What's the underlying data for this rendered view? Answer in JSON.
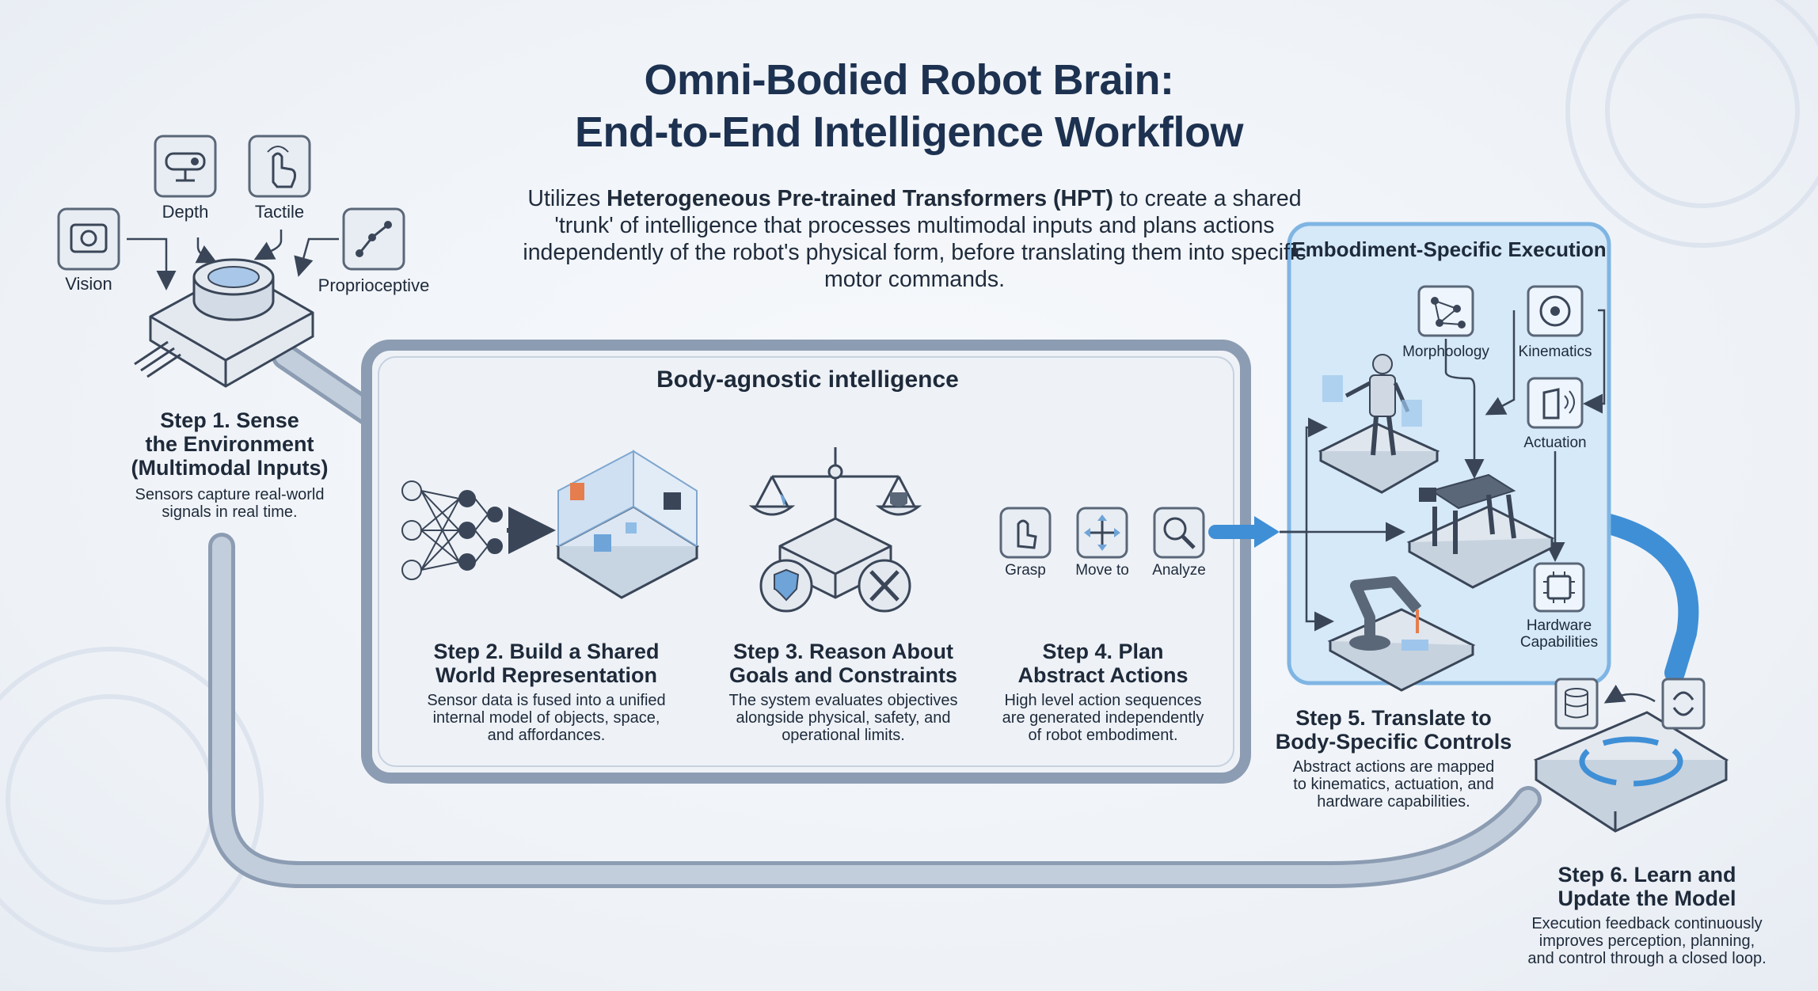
{
  "title": {
    "line1": "Omni-Bodied Robot Brain:",
    "line2": "End-to-End Intelligence Workflow"
  },
  "intro": {
    "prefix": "Utilizes ",
    "highlight": "Heterogeneous Pre-trained Transformers (HPT)",
    "suffix": " to create a shared 'trunk' of intelligence that processes multimodal inputs and plans actions independently of the robot's physical form, before translating them into specific motor commands."
  },
  "inputs": {
    "vision": "Vision",
    "depth": "Depth",
    "tactile": "Tactile",
    "proprioceptive": "Proprioceptive"
  },
  "step1": {
    "title_l1": "Step 1. Sense",
    "title_l2": "the Environment",
    "title_l3": "(Multimodal Inputs)",
    "desc_l1": "Sensors capture real-world",
    "desc_l2": "signals in real time."
  },
  "agnostic_box": {
    "heading": "Body-agnostic intelligence"
  },
  "step2": {
    "title_l1": "Step 2. Build a Shared",
    "title_l2": "World Representation",
    "desc_l1": "Sensor data is fused into a unified",
    "desc_l2": "internal model of objects, space,",
    "desc_l3": "and affordances."
  },
  "step3": {
    "title_l1": "Step 3. Reason About",
    "title_l2": "Goals and Constraints",
    "desc_l1": "The system evaluates objectives",
    "desc_l2": "alongside physical, safety, and",
    "desc_l3": "operational limits."
  },
  "step4": {
    "title_l1": "Step 4. Plan",
    "title_l2": "Abstract Actions",
    "desc_l1": "High level action sequences",
    "desc_l2": "are generated independently",
    "desc_l3": "of robot embodiment.",
    "actions": [
      "Grasp",
      "Move to",
      "Analyze"
    ]
  },
  "embodiment_box": {
    "heading": "Embodiment-Specific Execution",
    "morphology": "Morphoology",
    "kinematics": "Kinematics",
    "actuation": "Actuation",
    "hardware_l1": "Hardware",
    "hardware_l2": "Capabilities"
  },
  "step5": {
    "title_l1": "Step 5. Translate to",
    "title_l2": "Body-Specific Controls",
    "desc_l1": "Abstract actions are mapped",
    "desc_l2": "to kinematics, actuation, and",
    "desc_l3": "hardware capabilities."
  },
  "step6": {
    "title_l1": "Step 6. Learn and",
    "title_l2": "Update the Model",
    "desc_l1": "Execution feedback continuously",
    "desc_l2": "improves perception, planning,",
    "desc_l3": "and control through a closed loop."
  },
  "colors": {
    "navy": "#1d3150",
    "pipe": "#a9b8cb",
    "accent_blue": "#3f8fd6",
    "embodiment_fill": "#d6e9f8"
  }
}
